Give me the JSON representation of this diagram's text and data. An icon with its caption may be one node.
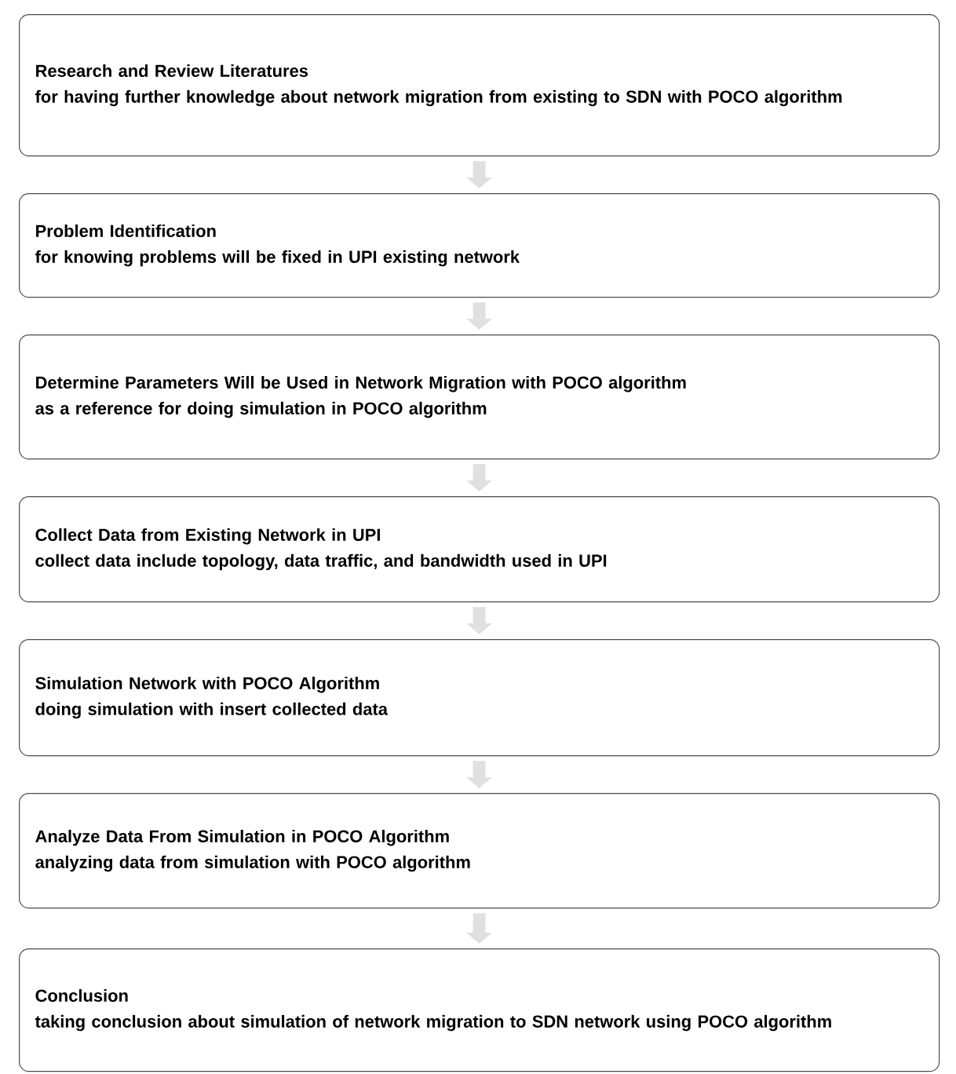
{
  "diagram": {
    "nodes": [
      {
        "text": [
          "Research and Review Literatures",
          "for having further knowledge about network migration from existing to SDN with POCO algorithm"
        ]
      },
      {
        "text": [
          "Problem Identification",
          "for knowing problems will be fixed in UPI existing network"
        ]
      },
      {
        "text": [
          "Determine Parameters Will be Used in Network Migration with POCO algorithm",
          "as a reference for doing simulation in POCO algorithm"
        ]
      },
      {
        "text": [
          "Collect Data from Existing Network in UPI",
          "collect data include topology, data traffic, and bandwidth used in UPI"
        ]
      },
      {
        "text": [
          "Simulation Network with POCO Algorithm",
          "doing simulation with insert collected data"
        ]
      },
      {
        "text": [
          "Analyze Data From Simulation in POCO Algorithm",
          "analyzing data from simulation with POCO algorithm"
        ]
      },
      {
        "text": [
          "Conclusion",
          "taking conclusion about simulation of network migration to SDN network using POCO algorithm"
        ]
      }
    ],
    "edges": [
      {
        "from": 0,
        "to": 1,
        "arrow": "to"
      },
      {
        "from": 1,
        "to": 2,
        "arrow": "to"
      },
      {
        "from": 2,
        "to": 3,
        "arrow": "to"
      },
      {
        "from": 3,
        "to": 4,
        "arrow": "to"
      },
      {
        "from": 4,
        "to": 5,
        "arrow": "to"
      },
      {
        "from": 5,
        "to": 6,
        "arrow": "to"
      }
    ]
  }
}
